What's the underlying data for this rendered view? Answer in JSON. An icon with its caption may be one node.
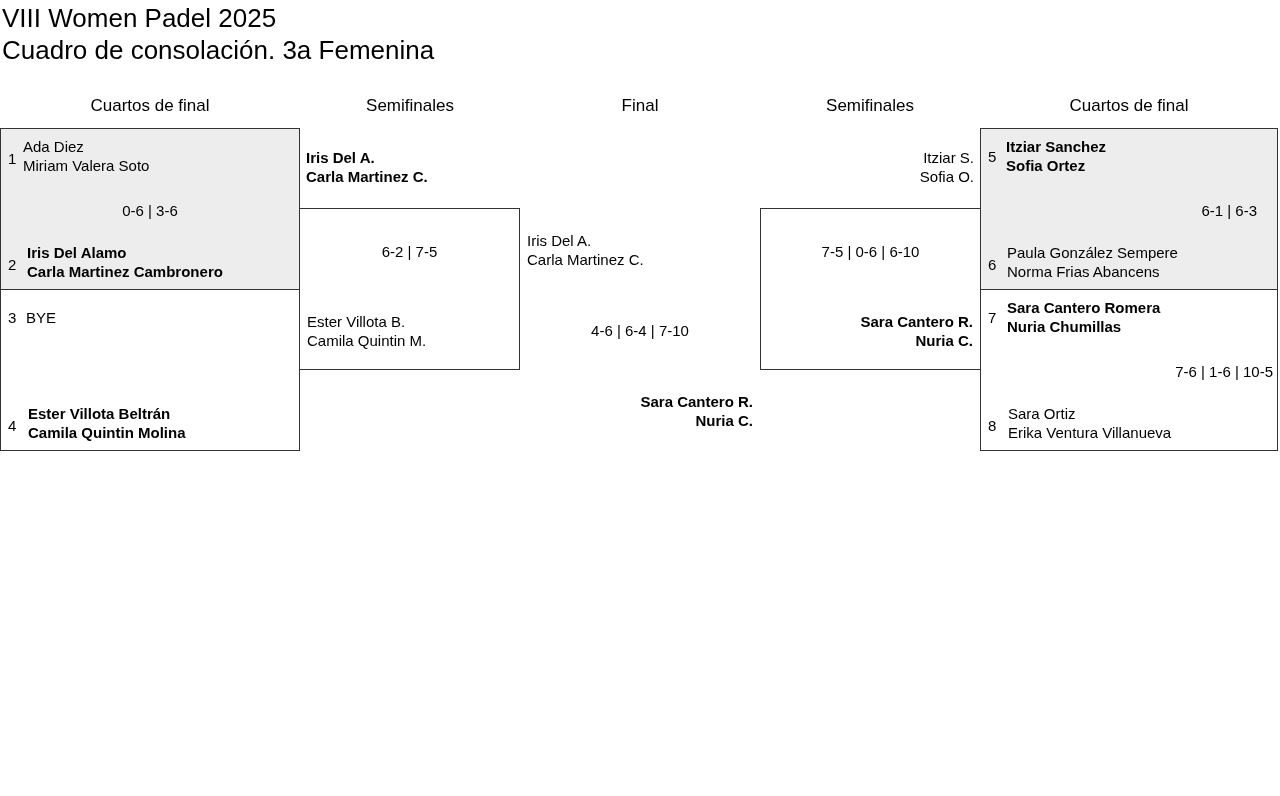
{
  "diagram": {
    "title": "VIII Women Padel 2025",
    "caption": "Cuadro de consolación. 3a Femenina",
    "nodes": [
      {
        "text": [
          "1",
          "Ada Diez",
          "Miriam Valera Soto",
          "0-6 | 3-6",
          "2",
          "Iris Del Alamo",
          "Carla Martinez Cambronero"
        ]
      },
      {
        "text": [
          "3",
          "BYE",
          "4",
          "Ester Villota Beltrán",
          "Camila Quintin Molina"
        ]
      },
      {
        "text": [
          "6-2 | 7-5",
          "Ester Villota B.",
          "Camila Quintin M."
        ],
        "beside": [
          "Iris Del A.",
          "Carla Martinez C."
        ]
      },
      {
        "text": [
          "7-5 | 0-6 | 6-10",
          "Sara Cantero R.",
          "Nuria C."
        ],
        "beside": [
          "Itziar S.",
          "Sofia O."
        ]
      },
      {
        "text": [
          "5",
          "Itziar Sanchez",
          "Sofia Ortez",
          "6-1 | 6-3",
          "6",
          "Paula González Sempere",
          "Norma Frias Abancens"
        ]
      },
      {
        "text": [
          "7",
          "Sara Cantero Romera",
          "Nuria Chumillas",
          "7-6 | 1-6 | 10-5",
          "8",
          "Sara Ortiz",
          "Erika Ventura Villanueva"
        ]
      }
    ],
    "labels": [
      "Cuartos de final",
      "Semifinales",
      "Final",
      "Semifinales",
      "Cuartos de final",
      "Iris Del A.",
      "Carla Martinez C.",
      "4-6 | 6-4 | 7-10",
      "Sara Cantero R.",
      "Nuria C."
    ]
  }
}
